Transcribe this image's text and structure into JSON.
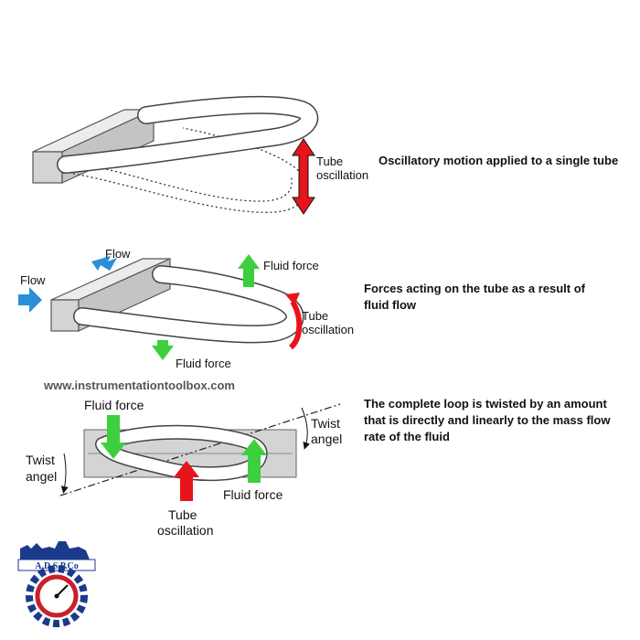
{
  "panel1": {
    "label_tube": "Tube",
    "label_oscillation": "oscillation",
    "caption": "Oscillatory motion applied to a single tube"
  },
  "panel2": {
    "flow_top": "Flow",
    "flow_left": "Flow",
    "fluid_force_top": "Fluid force",
    "fluid_force_bottom": "Fluid force",
    "label_tube": "Tube",
    "label_oscillation": "oscillation",
    "caption_line1": "Forces acting on the tube as a result of",
    "caption_line2": "fluid flow"
  },
  "website": "www.instrumentationtoolbox.com",
  "panel3": {
    "fluid_force_left": "Fluid force",
    "fluid_force_right": "Fluid force",
    "twist_right_1": "Twist",
    "twist_right_2": "angel",
    "twist_left_1": "Twist",
    "twist_left_2": "angel",
    "tube_label": "Tube",
    "oscillation_label": "oscillation",
    "caption_line1": "The complete loop is twisted by an amount",
    "caption_line2": "that is directly and linearly to the mass flow",
    "caption_line3": "rate of the fluid"
  },
  "logo": {
    "text": "A.D.S.P.Co"
  },
  "colors": {
    "red": "#e8141b",
    "green": "#3ecf3e",
    "blue": "#2b8fd6",
    "gray": "#d4d4d4",
    "logo_blue": "#1a3a8c",
    "logo_red": "#c8202a"
  }
}
